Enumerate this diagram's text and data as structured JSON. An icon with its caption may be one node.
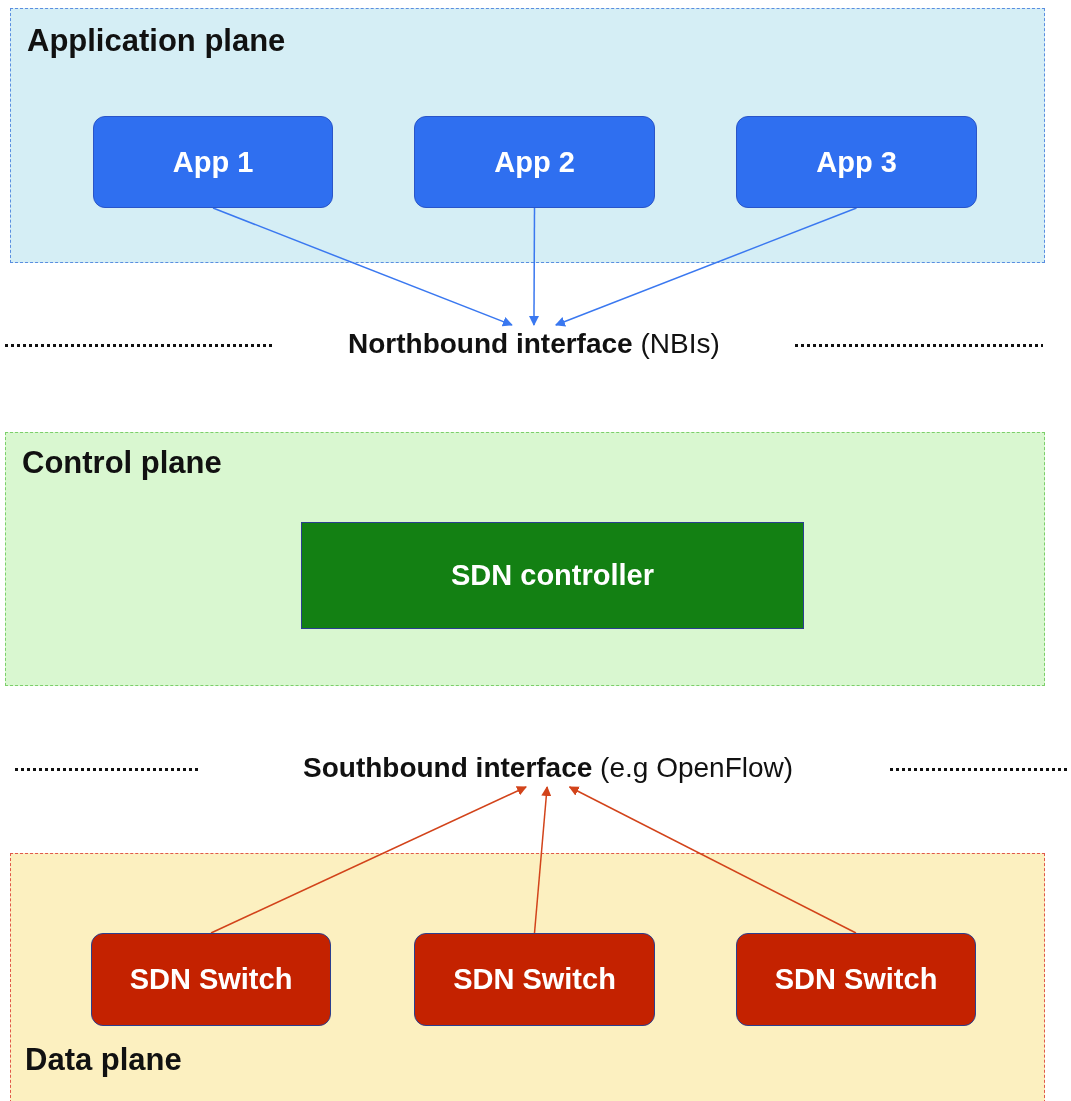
{
  "diagram": {
    "nodes": [
      {
        "text": [
          "Application plane"
        ]
      },
      {
        "text": [
          "App 1"
        ],
        "in": 0
      },
      {
        "text": [
          "App 2"
        ],
        "in": 0
      },
      {
        "text": [
          "App 3"
        ],
        "in": 0
      },
      {
        "text": [
          "**Northbound interface** (NBIs)"
        ]
      },
      {
        "text": [
          "Control plane"
        ]
      },
      {
        "text": [
          "SDN controller"
        ],
        "in": 5
      },
      {
        "text": [
          "**Southbound interface** (e.g OpenFlow)"
        ]
      },
      {
        "text": [
          "Data plane"
        ]
      },
      {
        "text": [
          "SDN Switch"
        ],
        "in": 8
      },
      {
        "text": [
          "SDN Switch"
        ],
        "in": 8
      },
      {
        "text": [
          "SDN Switch"
        ],
        "in": 8
      }
    ],
    "edges": [
      {
        "from": 1,
        "to": 4,
        "arrow": "to",
        "color": "#3a78f0"
      },
      {
        "from": 2,
        "to": 4,
        "arrow": "to",
        "color": "#3a78f0"
      },
      {
        "from": 3,
        "to": 4,
        "arrow": "to",
        "color": "#3a78f0"
      },
      {
        "from": 9,
        "to": 7,
        "arrow": "to",
        "color": "#d2431a"
      },
      {
        "from": 10,
        "to": 7,
        "arrow": "to",
        "color": "#d2431a"
      },
      {
        "from": 11,
        "to": 7,
        "arrow": "to",
        "color": "#d2431a"
      }
    ]
  }
}
